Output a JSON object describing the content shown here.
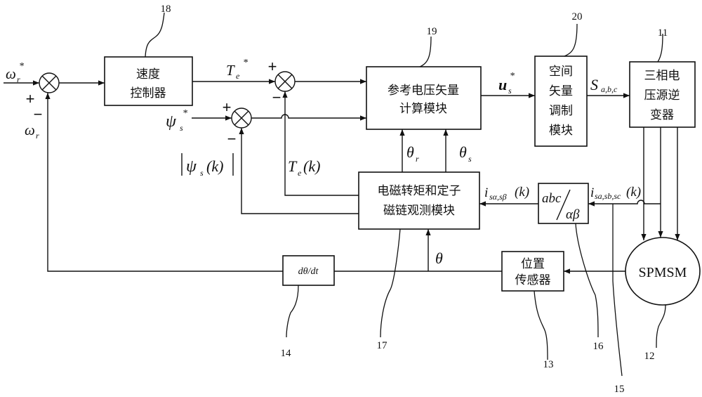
{
  "blocks": {
    "speed_controller": {
      "line1": "速度",
      "line2": "控制器",
      "ref": "18"
    },
    "ref_voltage": {
      "line1": "参考电压矢量",
      "line2": "计算模块",
      "ref": "19"
    },
    "svm": {
      "line1": "空间",
      "line2": "矢量",
      "line3": "调制",
      "line4": "模块",
      "ref": "20"
    },
    "inverter": {
      "line1": "三相电",
      "line2": "压源逆",
      "line3": "变器",
      "ref": "11"
    },
    "observer": {
      "line1": "电磁转矩和定子",
      "line2": "磁链观测模块",
      "ref": "17"
    },
    "clarke": {
      "top": "abc",
      "bottom": "αβ",
      "ref": "16"
    },
    "position_sensor": {
      "line1": "位置",
      "line2": "传感器",
      "ref": "13"
    },
    "motor": {
      "label": "SPMSM",
      "ref": "12"
    },
    "derivative": {
      "label": "dθ/dt",
      "ref": "14"
    }
  },
  "refs": {
    "current_line": "15"
  },
  "signals": {
    "omega": "ω",
    "omega_ref_sub": "r",
    "star": "*",
    "Te": "T",
    "Te_sub": "e",
    "Te_k": "(k)",
    "psi": "ψ",
    "psi_sub": "s",
    "psi_k": "(k)",
    "theta": "θ",
    "theta_r_sub": "r",
    "theta_s_sub": "s",
    "u": "u",
    "u_sub": "s",
    "S": "S",
    "S_sub": "a,b,c",
    "i": "i",
    "i_alpha_sub": "sα,sβ",
    "i_abc_sub": "sa,sb,sc",
    "k": "(k)"
  },
  "signs": {
    "plus": "+",
    "minus": "−"
  }
}
